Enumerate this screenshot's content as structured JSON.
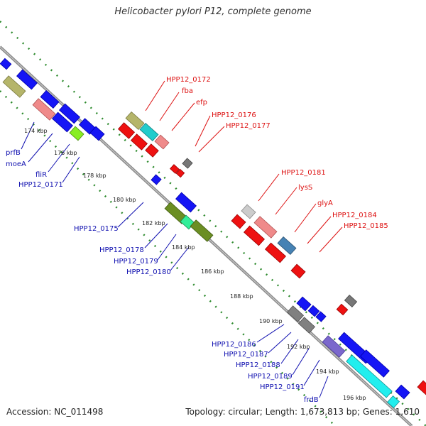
{
  "title": "Helicobacter pylori P12, complete genome",
  "accession": "Accession: NC_011498",
  "topology": "Topology: circular; Length: 1,673,813 bp; Genes: 1,610",
  "colors": {
    "backbone": "#8c8c8c",
    "gc_ticks": "#2e8b2e",
    "forward_gene": "#0000e6",
    "reverse_gene": "#ee0000",
    "forward_label": "#1010b0",
    "reverse_label": "#dd1111"
  },
  "kbp_labels": [
    "174 kbp",
    "176 kbp",
    "178 kbp",
    "180 kbp",
    "182 kbp",
    "184 kbp",
    "186 kbp",
    "188 kbp",
    "190 kbp",
    "192 kbp",
    "194 kbp",
    "196 kbp"
  ],
  "reverse_gene_labels": [
    "HPP12_0172",
    "fba",
    "efp",
    "HPP12_0176",
    "HPP12_0177",
    "HPP12_0181",
    "lysS",
    "glyA",
    "HPP12_0184",
    "HPP12_0185"
  ],
  "forward_gene_labels": [
    "prfB",
    "moeA",
    "fliR",
    "HPP12_0171",
    "HPP12_0175",
    "HPP12_0178",
    "HPP12_0179",
    "HPP12_0180",
    "HPP12_0186",
    "HPP12_0187",
    "HPP12_0188",
    "HPP12_0189",
    "HPP12_0191",
    "frdB"
  ]
}
